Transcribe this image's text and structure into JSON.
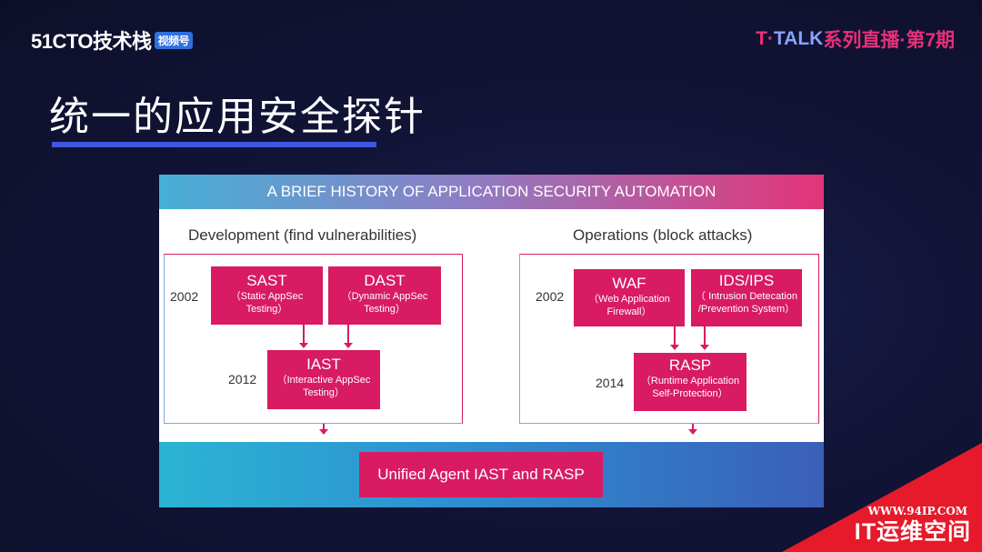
{
  "header": {
    "brand": "51CTO技术栈",
    "brand_tag": "视频号",
    "series_t": "T·",
    "series_talk": "TALK",
    "series_rest": "系列直播·第7期"
  },
  "slide": {
    "title": "统一的应用安全探针"
  },
  "diagram": {
    "heading": "A BRIEF HISTORY OF APPLICATION SECURITY AUTOMATION",
    "development": {
      "label": "Development (find vulnerabilities)",
      "year_top": "2002",
      "year_bottom": "2012",
      "sast_title": "SAST",
      "sast_sub1": "（Static  AppSec",
      "sast_sub2": "Testing）",
      "dast_title": "DAST",
      "dast_sub1": "（Dynamic  AppSec",
      "dast_sub2": "Testing）",
      "iast_title": "IAST",
      "iast_sub1": "（Interactive AppSec",
      "iast_sub2": "Testing）"
    },
    "operations": {
      "label": "Operations (block attacks)",
      "year_top": "2002",
      "year_bottom": "2014",
      "waf_title": "WAF",
      "waf_sub1": "（Web Application",
      "waf_sub2": "Firewall）",
      "ids_title": "IDS/IPS",
      "ids_sub1": "（ Intrusion Detecation",
      "ids_sub2": "/Prevention System）",
      "rasp_title": "RASP",
      "rasp_sub1": "（Runtime  Application",
      "rasp_sub2": "Self-Protection）"
    },
    "unified": "Unified Agent IAST and RASP"
  },
  "watermark": {
    "url": "WWW.94IP.COM",
    "name": "IT运维空间"
  },
  "colors": {
    "accent_pink": "#d81b62",
    "title_underline": "#3f57e0",
    "background": "#121437"
  }
}
